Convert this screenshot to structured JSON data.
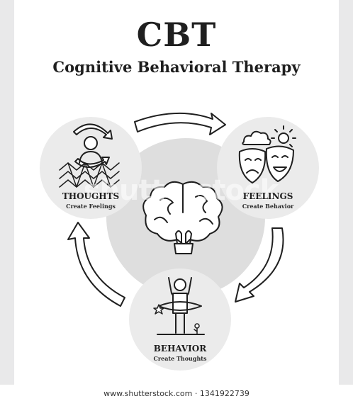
{
  "title": "CBT",
  "subtitle": "Cognitive Behavioral Therapy",
  "nodes": {
    "thoughts": {
      "title": "THOUGHTS",
      "caption": "Create Feelings"
    },
    "feelings": {
      "title": "FEELINGS",
      "caption": "Create Behavior"
    },
    "behavior": {
      "title": "BEHAVIOR",
      "caption": "Create Thoughts"
    }
  },
  "watermark": "shutterstock",
  "footer": "www.shutterstock.com · 1341922739",
  "colors": {
    "background": "#e9e9ea",
    "circle": "#ebebeb",
    "center": "#dedede",
    "ink": "#1f1f1f"
  },
  "icons": [
    "cycle-arrows-icon",
    "person-icon",
    "wave-net-icon",
    "cloud-icon",
    "sun-icon",
    "theater-masks-icon",
    "brain-icon",
    "hands-icon",
    "person-arms-up-icon",
    "flower-icon",
    "star-icon",
    "curved-arrow-icon"
  ]
}
